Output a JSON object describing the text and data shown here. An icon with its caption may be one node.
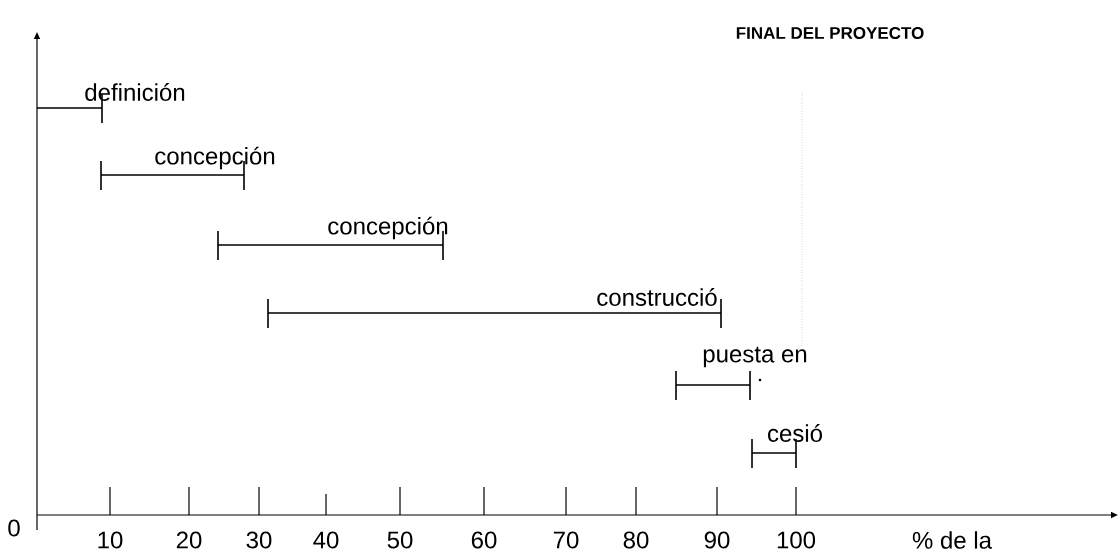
{
  "diagram": {
    "title": "FINAL DEL PROYECTO",
    "labels": [
      "definición",
      "concepción",
      "concepción",
      "construcció",
      "puesta en",
      "cesió",
      "0",
      "10",
      "20",
      "30",
      "40",
      "50",
      "60",
      "70",
      "80",
      "90",
      "100",
      "% de la"
    ]
  }
}
